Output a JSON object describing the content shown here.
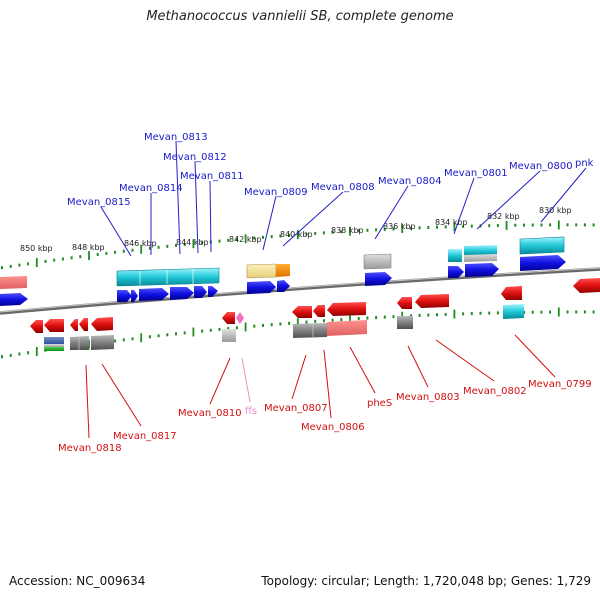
{
  "title": "Methanococcus vannielii SB, complete genome",
  "footer": {
    "accession": "Accession: NC_009634",
    "topology": "Topology: circular; Length: 1,720,048 bp; Genes: 1,729"
  },
  "scale_labels": [
    "850 kbp",
    "848 kbp",
    "846 kbp",
    "844 kbp",
    "842 kbp",
    "840 kbp",
    "838 kbp",
    "836 kbp",
    "834 kbp",
    "832 kbp",
    "830 kbp"
  ],
  "top_labels": [
    "Mevan_0815",
    "Mevan_0814",
    "Mevan_0813",
    "Mevan_0812",
    "Mevan_0811",
    "Mevan_0809",
    "Mevan_0808",
    "Mevan_0804",
    "Mevan_0801",
    "Mevan_0800",
    "pnk"
  ],
  "bottom_labels": [
    "Mevan_0818",
    "Mevan_0817",
    "Mevan_0810",
    "ffs",
    "Mevan_0807",
    "Mevan_0806",
    "pheS",
    "Mevan_0803",
    "Mevan_0802",
    "Mevan_0799"
  ],
  "colors": {
    "forward_gene": "#1010e0",
    "reverse_gene": "#e01010",
    "cyan_feature": "#20c8d8",
    "rna_pink": "#f070c0",
    "scale_green": "#228b22",
    "backbone": "#808080",
    "label_blue": "#1a1ac8",
    "label_red": "#d01010",
    "label_pink": "#f090c8"
  }
}
